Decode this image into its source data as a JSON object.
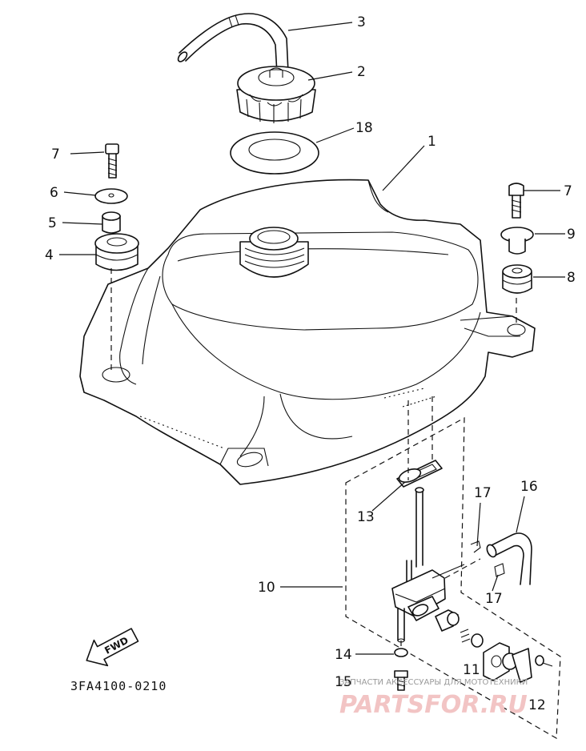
{
  "diagram": {
    "callouts": [
      "3",
      "2",
      "18",
      "1",
      "7",
      "6",
      "5",
      "4",
      "7",
      "9",
      "8",
      "13",
      "17",
      "16",
      "10",
      "17",
      "14",
      "15",
      "11",
      "12"
    ],
    "fwd_label": "FWD",
    "drawing_code": "3FA4100-0210"
  },
  "watermark": {
    "tagline": "ЗАПЧАСТИ АКСЕССУАРЫ ДЛЯ МОТОТЕХНИКИ",
    "logo": "PARTSFOR.RU"
  }
}
